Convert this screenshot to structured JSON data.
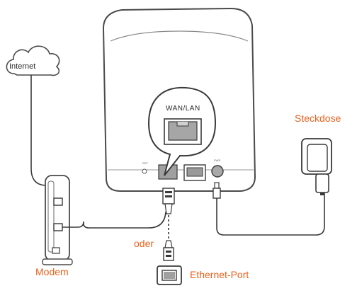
{
  "labels": {
    "internet": "Internet",
    "wan_lan": "WAN/LAN",
    "steckdose": "Steckdose",
    "oder": "oder",
    "modem": "Modem",
    "ethernet_port": "Ethernet-Port"
  },
  "colors": {
    "accent": "#e8621e",
    "line": "#3a3a3a",
    "device_fill": "#ffffff",
    "device_stroke": "#4a4a4a",
    "port_dark": "#9a9a9a"
  },
  "icons": {
    "internet": "cloud-icon",
    "router": "router-device",
    "modem": "modem-device",
    "plug": "power-plug-icon",
    "ethernet_cable": "ethernet-plug-icon",
    "socket": "ethernet-socket-icon"
  }
}
